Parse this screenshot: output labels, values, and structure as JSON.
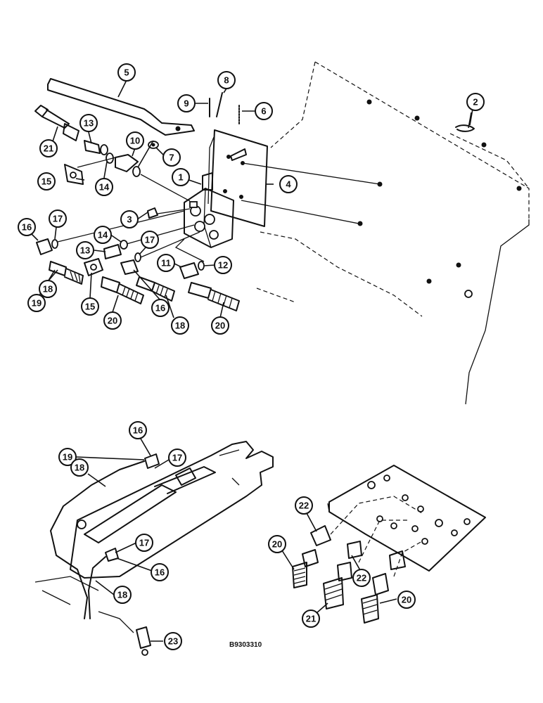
{
  "figure_id": "B9303310",
  "callouts": [
    "1",
    "2",
    "3",
    "4",
    "5",
    "6",
    "7",
    "8",
    "9",
    "10",
    "11",
    "12",
    "13",
    "14",
    "15",
    "16",
    "17",
    "18",
    "19",
    "20",
    "21",
    "22",
    "23"
  ]
}
